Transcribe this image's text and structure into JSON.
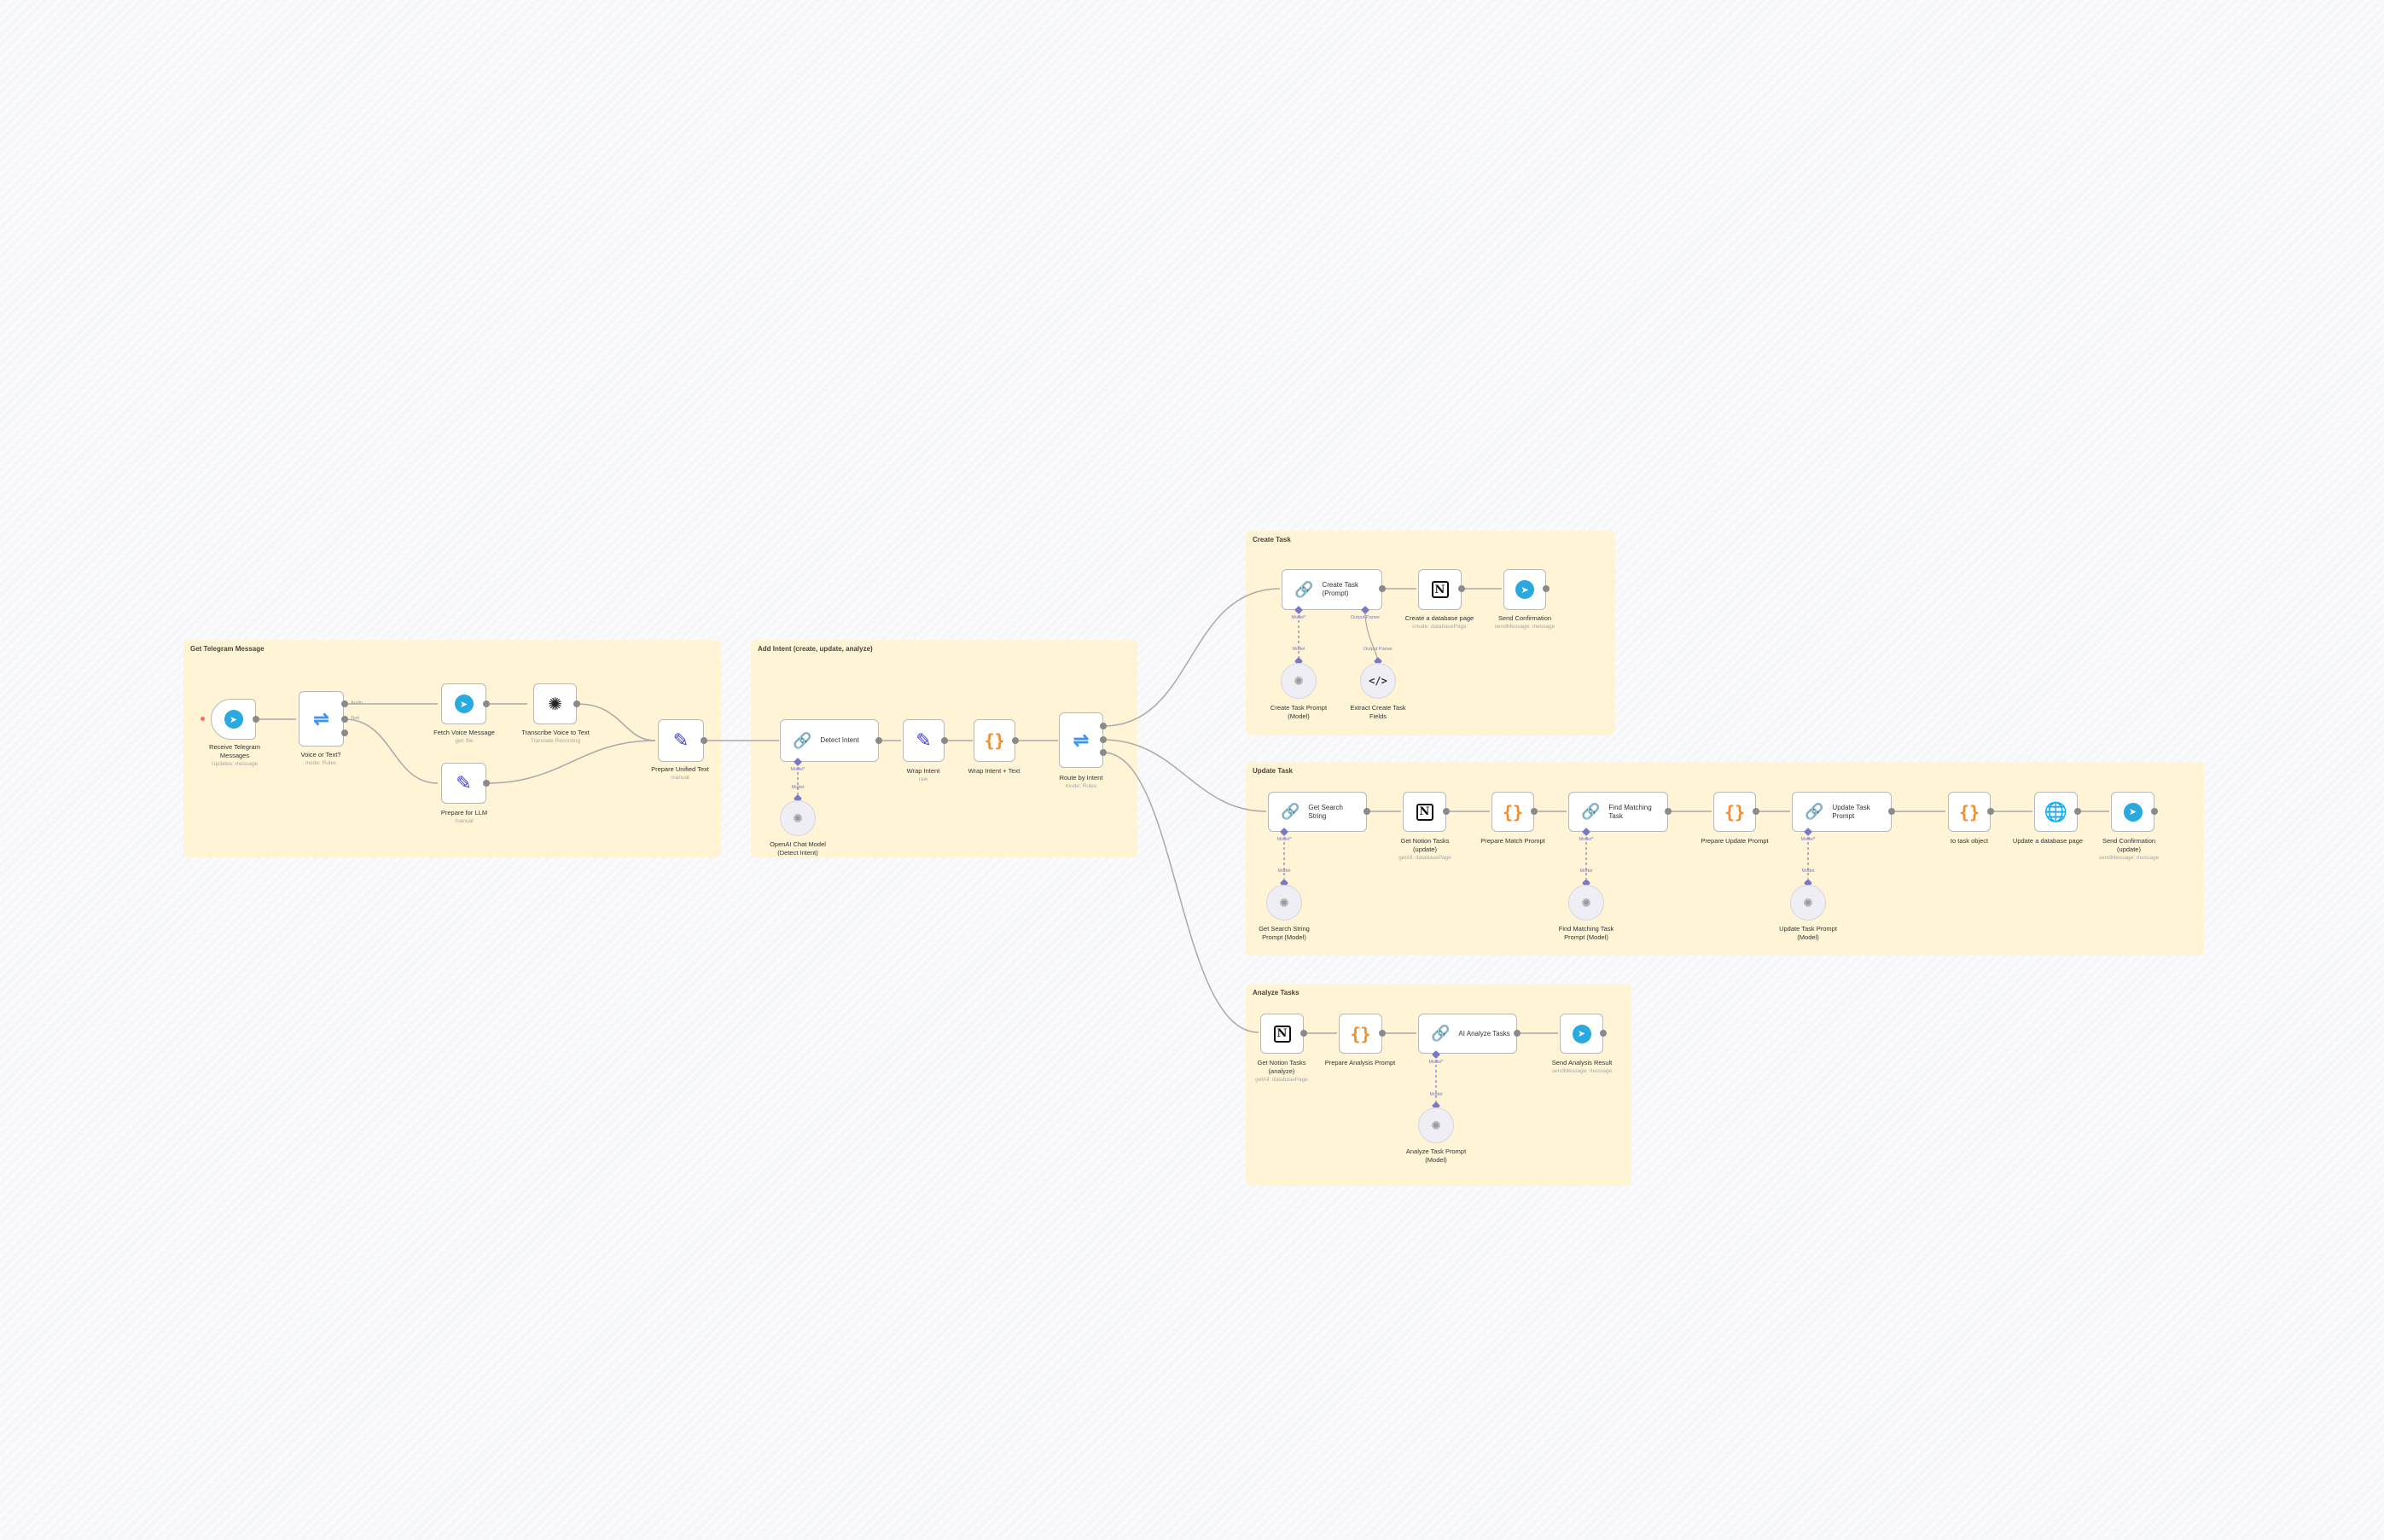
{
  "canvas": {
    "background": "#f6f7fa",
    "group_color": "#fff4d6",
    "wire_color": "#a9a9a9",
    "ai_wire_color": "#7a79c8"
  },
  "groups": [
    {
      "title": "Get Telegram Message"
    },
    {
      "title": "Add Intent (create, update, analyze)"
    },
    {
      "title": "Create Task"
    },
    {
      "title": "Update Task"
    },
    {
      "title": "Analyze Tasks"
    }
  ],
  "nodes": {
    "receive": {
      "name": "Receive Telegram\nMessages",
      "sub": "Updates: message",
      "icon": "telegram-icon"
    },
    "voice_or_text": {
      "name": "Voice or Text?",
      "sub": "mode: Rules",
      "icon": "switch-icon",
      "outputs": [
        "Audio",
        "Text"
      ]
    },
    "fetch_voice": {
      "name": "Fetch Voice Message",
      "sub": "get: file",
      "icon": "telegram-icon"
    },
    "transcribe": {
      "name": "Transcribe Voice to Text",
      "sub": "Translate Recording",
      "icon": "openai-icon"
    },
    "prepare_llm": {
      "name": "Prepare for LLM",
      "sub": "manual",
      "icon": "pencil-icon"
    },
    "prepare_unified": {
      "name": "Prepare Unified Text",
      "sub": "manual",
      "icon": "pencil-icon"
    },
    "detect_intent": {
      "name": "Detect Intent",
      "icon": "chain-icon",
      "port_model": "Model*"
    },
    "openai_chat": {
      "name": "OpenAI Chat Model\n(Detect Intent)",
      "icon": "openai-icon",
      "port": "Model"
    },
    "wrap_intent": {
      "name": "Wrap Intent",
      "sub": "raw",
      "icon": "pencil-icon"
    },
    "wrap_intent_text": {
      "name": "Wrap Intent + Text",
      "icon": "code-braces-icon"
    },
    "route": {
      "name": "Route by Intent",
      "sub": "mode: Rules",
      "icon": "switch-icon"
    },
    "create_prompt": {
      "name": "Create Task\n(Prompt)",
      "icon": "chain-icon",
      "port_model": "Model*",
      "port_parser": "Output Parser"
    },
    "create_model": {
      "name": "Create Task Prompt\n(Model)",
      "icon": "openai-icon",
      "port": "Model"
    },
    "extract_fields": {
      "name": "Extract Create Task\nFields",
      "icon": "code-icon",
      "port": "Output Parser"
    },
    "create_db_page": {
      "name": "Create a database page",
      "sub": "create: databasePage",
      "icon": "notion-icon"
    },
    "send_confirmation": {
      "name": "Send Confirmation",
      "sub": "sendMessage: message",
      "icon": "telegram-icon"
    },
    "get_search": {
      "name": "Get Search\nString",
      "icon": "chain-icon",
      "port_model": "Model*"
    },
    "get_search_model": {
      "name": "Get Search String\nPrompt (Model)",
      "icon": "openai-icon",
      "port": "Model"
    },
    "get_notion_update": {
      "name": "Get Notion Tasks\n(update)",
      "sub": "getAll: databasePage",
      "icon": "notion-icon"
    },
    "prepare_match": {
      "name": "Prepare Match Prompt",
      "icon": "code-braces-icon"
    },
    "find_matching": {
      "name": "Find Matching\nTask",
      "icon": "chain-icon",
      "port_model": "Model*"
    },
    "find_matching_model": {
      "name": "Find Matching Task\nPrompt (Model)",
      "icon": "openai-icon",
      "port": "Model"
    },
    "prepare_update": {
      "name": "Prepare Update Prompt",
      "icon": "code-braces-icon"
    },
    "update_prompt": {
      "name": "Update Task\nPrompt",
      "icon": "chain-icon",
      "port_model": "Model*"
    },
    "update_model": {
      "name": "Update Task Prompt\n(Model)",
      "icon": "openai-icon",
      "port": "Model"
    },
    "to_task_object": {
      "name": "to task object",
      "icon": "code-braces-icon"
    },
    "update_db_page": {
      "name": "Update a database page",
      "icon": "globe-icon"
    },
    "send_conf_update": {
      "name": "Send Confirmation\n(update)",
      "sub": "sendMessage: message",
      "icon": "telegram-icon"
    },
    "get_notion_analyze": {
      "name": "Get Notion Tasks\n(analyze)",
      "sub": "getAll: databasePage",
      "icon": "notion-icon"
    },
    "prepare_analysis": {
      "name": "Prepare Analysis Prompt",
      "icon": "code-braces-icon"
    },
    "ai_analyze": {
      "name": "AI Analyze Tasks",
      "icon": "chain-icon",
      "port_model": "Model*"
    },
    "analyze_model": {
      "name": "Analyze Task Prompt\n(Model)",
      "icon": "openai-icon",
      "port": "Model"
    },
    "send_analysis": {
      "name": "Send Analysis Result",
      "sub": "sendMessage: message",
      "icon": "telegram-icon"
    }
  }
}
